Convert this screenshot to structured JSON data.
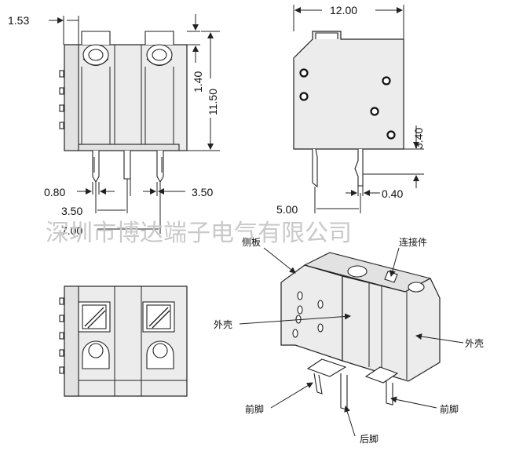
{
  "watermark": "深圳市博达端子电气有限公司",
  "dimensions": {
    "pin_offset": "1.53",
    "overall_width": "12.00",
    "spring_height": "1.40",
    "overall_height": "11.50",
    "pin_height": "3.40",
    "pin_width": "0.80",
    "pin_spacing_a": "3.50",
    "pin_spacing_b": "3.50",
    "pitch": "7.00",
    "rear_pin_offset": "5.00",
    "pin_thickness": "0.40"
  },
  "labels": {
    "side_plate": "侧板",
    "connector": "连接件",
    "housing_left": "外壳",
    "housing_right": "外壳",
    "front_pin_left": "前脚",
    "front_pin_right": "前脚",
    "rear_pin": "后脚"
  }
}
